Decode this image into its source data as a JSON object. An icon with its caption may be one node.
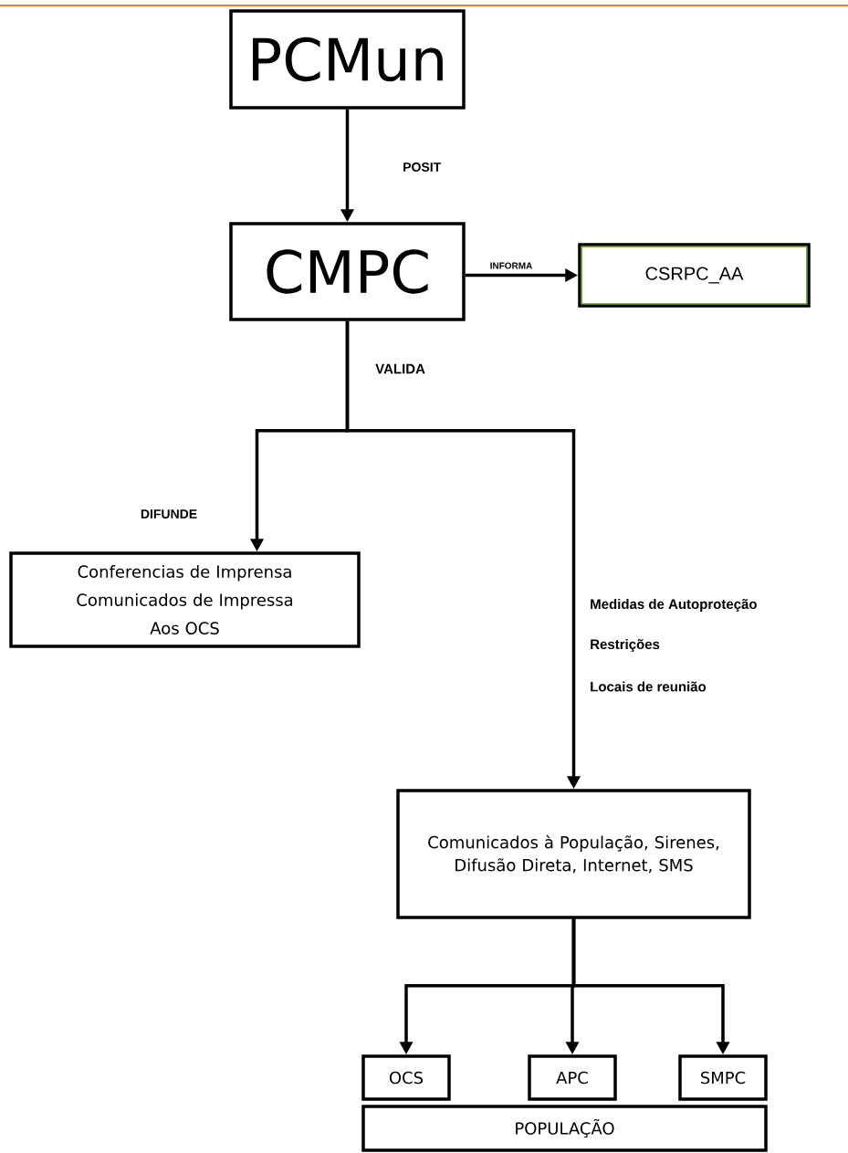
{
  "diagram": {
    "nodes": [
      {
        "text": [
          "PCMun"
        ]
      },
      {
        "text": [
          "CMPC"
        ]
      },
      {
        "text": [
          "CSRPC_AA"
        ]
      },
      {
        "text": [
          "Conferencias de Imprensa",
          "Comunicados de Impressa",
          "Aos OCS"
        ]
      },
      {
        "text": [
          "Comunicados à População, Sirenes, Difusão Direta, Internet, SMS"
        ]
      },
      {
        "text": [
          "OCS"
        ]
      },
      {
        "text": [
          "APC"
        ]
      },
      {
        "text": [
          "SMPC"
        ]
      },
      {
        "text": [
          "POPULAÇÃO"
        ]
      }
    ],
    "edges": [
      {
        "from": 0,
        "to": 1,
        "arrow": "to",
        "label": "POSIT"
      },
      {
        "from": 1,
        "to": 2,
        "arrow": "to",
        "label": "INFORMA"
      },
      {
        "from": 1,
        "to": 3,
        "arrow": "to",
        "label": "DIFUNDE"
      },
      {
        "from": 1,
        "to": 4,
        "arrow": "to"
      },
      {
        "from": 4,
        "to": 5,
        "arrow": "to"
      },
      {
        "from": 4,
        "to": 6,
        "arrow": "to"
      },
      {
        "from": 4,
        "to": 7,
        "arrow": "to"
      }
    ],
    "labels": [
      "VALIDA",
      "Medidas de Autoproteção",
      "Restrições",
      "Locais de reunião"
    ]
  }
}
